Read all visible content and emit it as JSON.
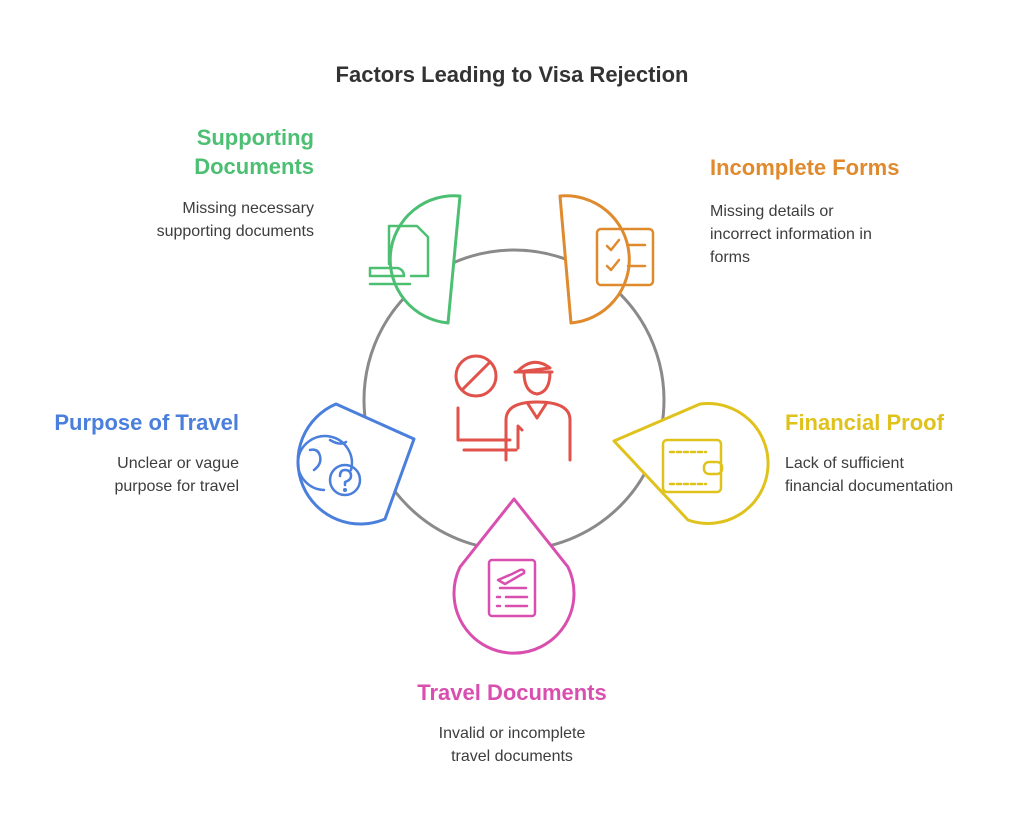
{
  "title": "Factors Leading to Visa Rejection",
  "center_icon": "denied-officer-icon",
  "factors": [
    {
      "label_lines": [
        "Supporting",
        "Documents"
      ],
      "description_lines": [
        "Missing necessary",
        "supporting documents"
      ],
      "color": "#4cbf73",
      "icon": "document-hand-icon"
    },
    {
      "label_lines": [
        "Incomplete Forms"
      ],
      "description_lines": [
        "Missing details or",
        "incorrect information in",
        "forms"
      ],
      "color": "#e08a2e",
      "icon": "checklist-icon"
    },
    {
      "label_lines": [
        "Financial Proof"
      ],
      "description_lines": [
        "Lack of sufficient",
        "financial documentation"
      ],
      "color": "#e0c21c",
      "icon": "wallet-icon"
    },
    {
      "label_lines": [
        "Travel Documents"
      ],
      "description_lines": [
        "Invalid or incomplete",
        "travel documents"
      ],
      "color": "#d94faf",
      "icon": "flight-ticket-icon"
    },
    {
      "label_lines": [
        "Purpose of Travel"
      ],
      "description_lines": [
        "Unclear or vague",
        "purpose for travel"
      ],
      "color": "#4a7fdc",
      "icon": "globe-question-icon"
    }
  ],
  "colors": {
    "ring": "#8a8a8a",
    "center_icon": "#e0524a",
    "title": "#333333",
    "text": "#3d3d3d"
  }
}
